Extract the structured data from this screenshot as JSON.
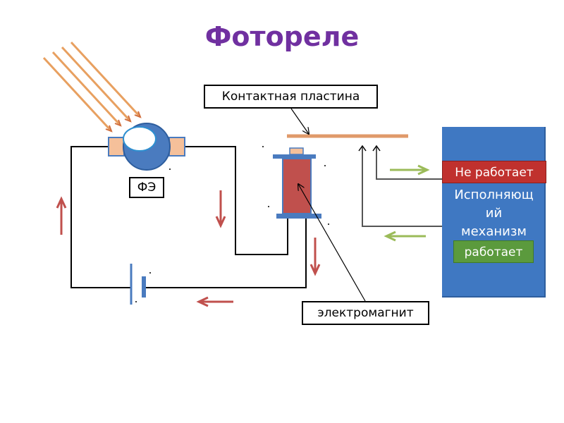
{
  "title": "Фотореле",
  "labels": {
    "contact_plate": "Контактная пластина",
    "photocell": "ФЭ",
    "electromagnet": "электромагнит"
  },
  "mechanism": {
    "text": "Исполняющ\nий\nмеханизм",
    "status_not_working": "Не работает",
    "status_working": "работает"
  },
  "colors": {
    "title": "#7030a0",
    "panel": "#3f78c2",
    "not_working": "#c0312e",
    "working": "#5b9a3d",
    "current_arrow": "#c0504d",
    "signal_arrow": "#9bbb59",
    "light_ray": "#e8a060",
    "contact_plate": "#e09a6a"
  }
}
